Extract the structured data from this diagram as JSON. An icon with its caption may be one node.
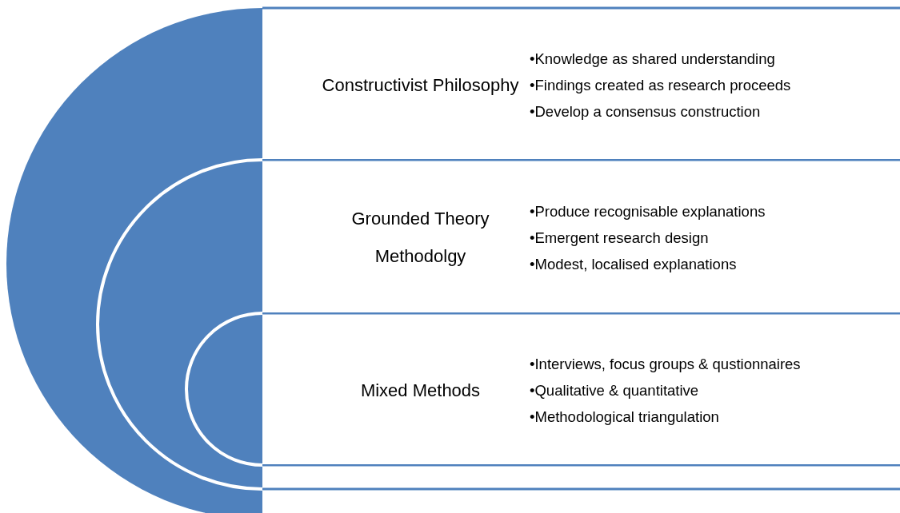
{
  "diagram": {
    "nodes": [
      {
        "text": [
          "Constructivist Philosophy",
          "•Knowledge as shared understanding",
          "•Findings created as research proceeds",
          "•Develop a consensus construction"
        ]
      },
      {
        "text": [
          "Grounded Theory Methodolgy",
          "•Produce recognisable explanations",
          "•Emergent research design",
          "•Modest, localised explanations"
        ]
      },
      {
        "text": [
          "Mixed Methods",
          "•Interviews, focus groups & qustionnaires",
          "•Qualitative & quantitative",
          "•Methodological triangulation"
        ]
      }
    ]
  }
}
